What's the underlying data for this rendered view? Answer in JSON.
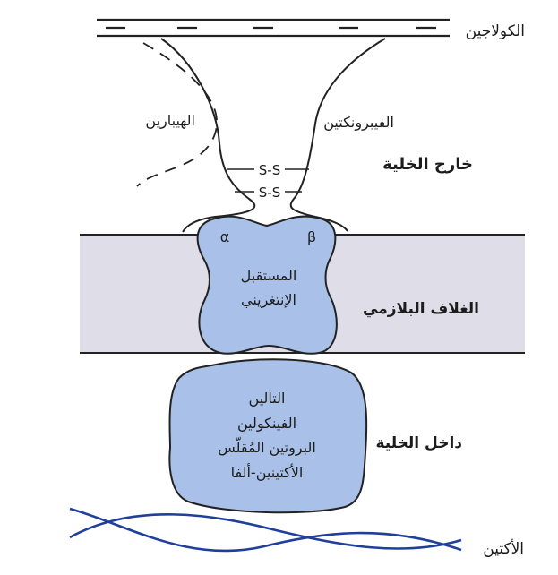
{
  "labels": {
    "collagen": "الكولاجين",
    "heparin": "الهيبارين",
    "fibronectin": "الفيبرونكتين",
    "disulfide_top": "S-S",
    "disulfide_bottom": "S-S",
    "extracellular": "خارج الخلية",
    "alpha": "α",
    "beta": "β",
    "integrin_line1": "المستقبل",
    "integrin_line2": "الإنتغريني",
    "plasma_membrane": "الغلاف البلازمي",
    "complex_line1": "التالين",
    "complex_line2": "الفينكولين",
    "complex_line3": "البروتين المُقلّس",
    "complex_line4": "الأكتينين-ألفا",
    "intracellular": "داخل الخلية",
    "actin": "الأكتين"
  },
  "colors": {
    "membrane_fill": "#dedde8",
    "protein_fill": "#a9c1e8",
    "outline": "#222222",
    "actin_strand": "#1f3f9a",
    "background": "#ffffff"
  }
}
